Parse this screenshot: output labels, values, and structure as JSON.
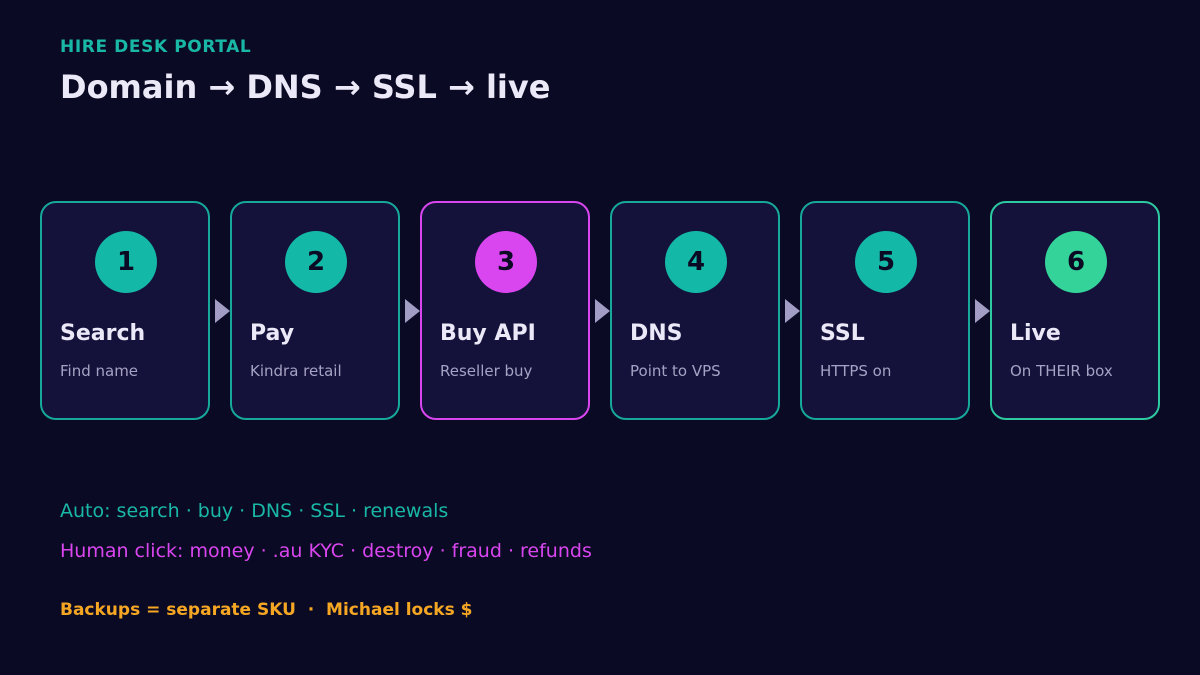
{
  "header": {
    "eyebrow": "HIRE DESK PORTAL",
    "title": "Domain → DNS → SSL → live"
  },
  "colors": {
    "background": "#0b0a24",
    "teal": "#14b8a6",
    "magenta": "#d946ef",
    "green": "#34d399",
    "orange": "#f5a623"
  },
  "steps": [
    {
      "number": "1",
      "title": "Search",
      "subtitle": "Find name",
      "accent": "teal"
    },
    {
      "number": "2",
      "title": "Pay",
      "subtitle": "Kindra retail",
      "accent": "teal"
    },
    {
      "number": "3",
      "title": "Buy API",
      "subtitle": "Reseller buy",
      "accent": "magenta"
    },
    {
      "number": "4",
      "title": "DNS",
      "subtitle": "Point to VPS",
      "accent": "teal"
    },
    {
      "number": "5",
      "title": "SSL",
      "subtitle": "HTTPS on",
      "accent": "teal"
    },
    {
      "number": "6",
      "title": "Live",
      "subtitle": "On THEIR box",
      "accent": "green"
    }
  ],
  "notes": {
    "auto": "Auto: search · buy · DNS · SSL · renewals",
    "human": "Human click: money · .au KYC · destroy · fraud · refunds"
  },
  "footer": "Backups = separate SKU  ·  Michael locks $"
}
